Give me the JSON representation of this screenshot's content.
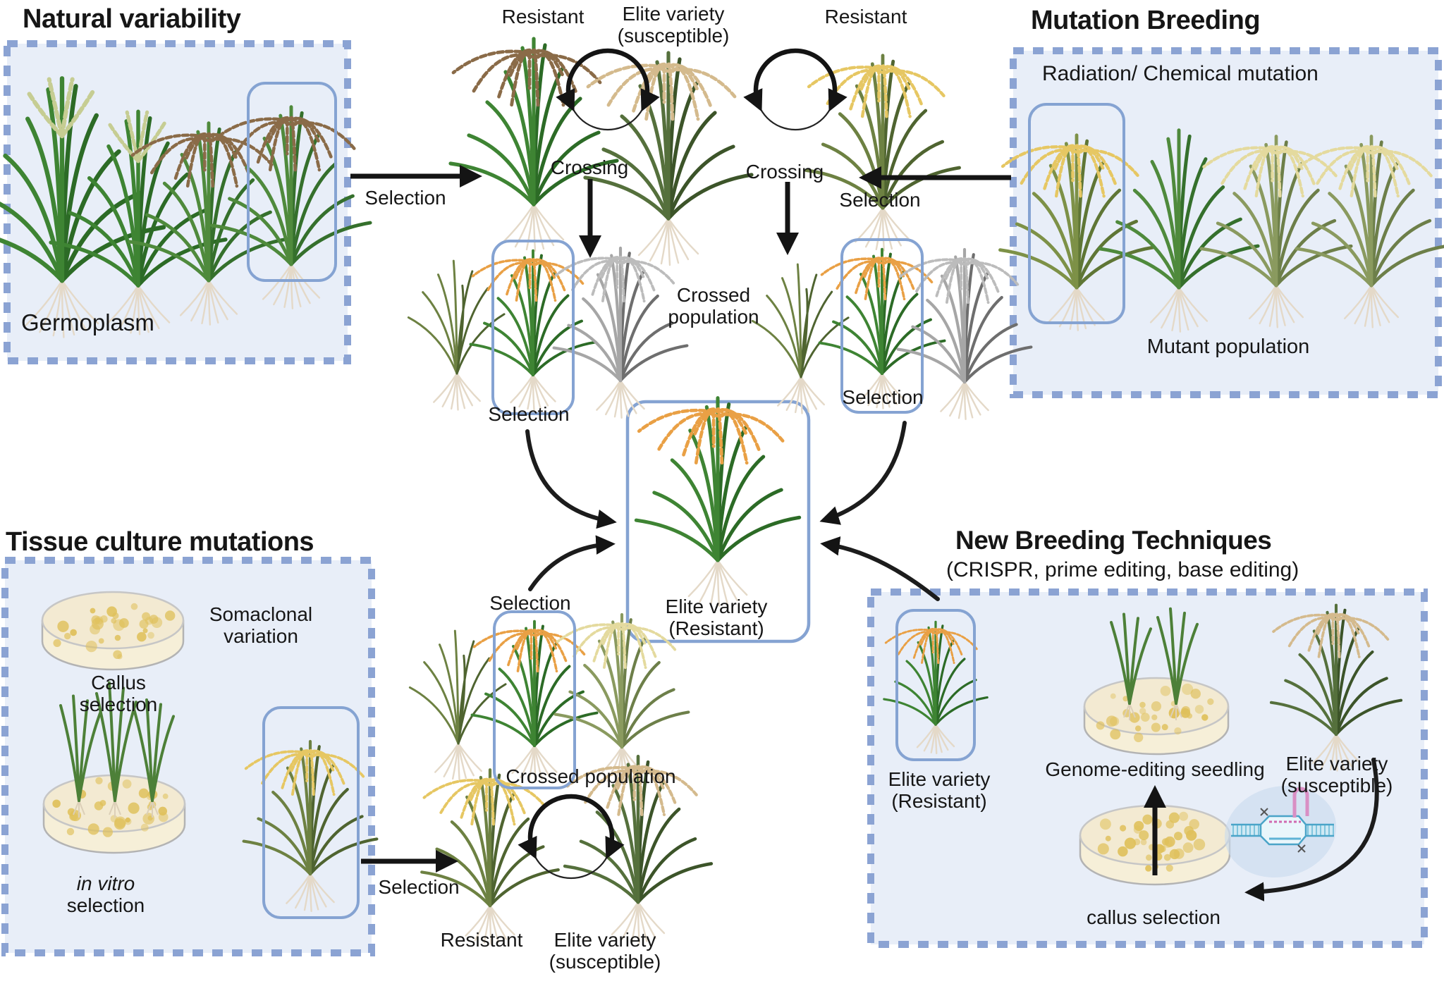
{
  "labels": {
    "natural_title": "Natural variability",
    "germoplasm": "Germoplasm",
    "selection": "Selection",
    "resistant": "Resistant",
    "elite_variety": "Elite variety",
    "susceptible": "(susceptible)",
    "resistant_paren": "(Resistant)",
    "crossing": "Crossing",
    "crossed": "Crossed",
    "population": "population",
    "crossed_population": "Crossed population",
    "mutation_title": "Mutation Breeding",
    "radiation": "Radiation/ Chemical mutation",
    "mutant_population": "Mutant population",
    "tissue_title": "Tissue culture mutations",
    "callus": "Callus",
    "selection_word": "selection",
    "somaclonal": "Somaclonal",
    "variation": "variation",
    "in_vitro": "in vitro",
    "nbt_title": "New Breeding Techniques",
    "nbt_subtitle": "(CRISPR, prime editing, base editing)",
    "genome_editing_seedling": "Genome-editing seedling",
    "callus_selection": "callus selection"
  },
  "colors": {
    "box_fill": "#e8eef8",
    "box_dash": "#8ba3d3",
    "select_stroke": "#85a3d2",
    "arrow": "#141414",
    "text": "#161616",
    "leaf_bright": "#3e8433",
    "leaf_mid": "#4f8a3c",
    "leaf_olive": "#6d8142",
    "leaf_dark_olive": "#55703c",
    "leaf_pale": "#8a9a5f",
    "leaf_yellow_green": "#7d9147",
    "gray": "#a6a6a6",
    "panicle_brown": "#8a6b48",
    "panicle_tan": "#d4ba8d",
    "panicle_yellow": "#e6c763",
    "panicle_pale_yellow": "#e4da9e",
    "panicle_orange": "#e9a045",
    "panicle_gray": "#bcbcbc",
    "panicle_green_upright": "#c6cd93",
    "roots": "#e4d9c8",
    "dish_fill": "#f6efd8",
    "dish_top": "#f3ead2",
    "dish_dot": "#dfc05a",
    "dish_stroke": "#b3b3b3",
    "crispr_blue": "#4aa4c8",
    "crispr_light": "#cfe9f4",
    "crispr_pink": "#d06ab0"
  }
}
